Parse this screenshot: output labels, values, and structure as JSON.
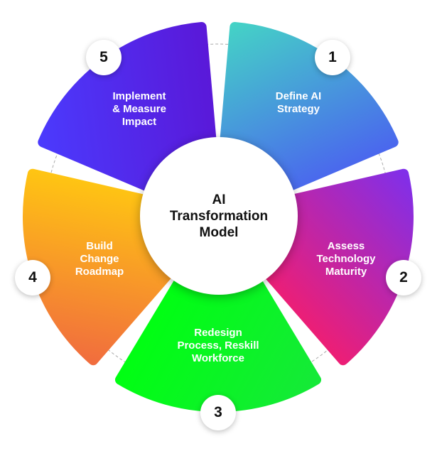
{
  "title": "AI\nTransformation\nModel",
  "segments": [
    {
      "number": "1",
      "label": "Define AI\nStrategy",
      "colors": [
        "#44d8c4",
        "#4a66ee"
      ]
    },
    {
      "number": "2",
      "label": "Assess\nTechnology\nMaturity",
      "colors": [
        "#7a30f0",
        "#ee1e74"
      ]
    },
    {
      "number": "3",
      "label": "Redesign\nProcess, Reskill\nWorkforce",
      "colors": [
        "#16e83a",
        "#00ff12"
      ]
    },
    {
      "number": "4",
      "label": "Build\nChange\nRoadmap",
      "colors": [
        "#f06840",
        "#ffc612"
      ]
    },
    {
      "number": "5",
      "label": "Implement\n& Measure\nImpact",
      "colors": [
        "#4a3cff",
        "#5a18d8"
      ]
    }
  ]
}
